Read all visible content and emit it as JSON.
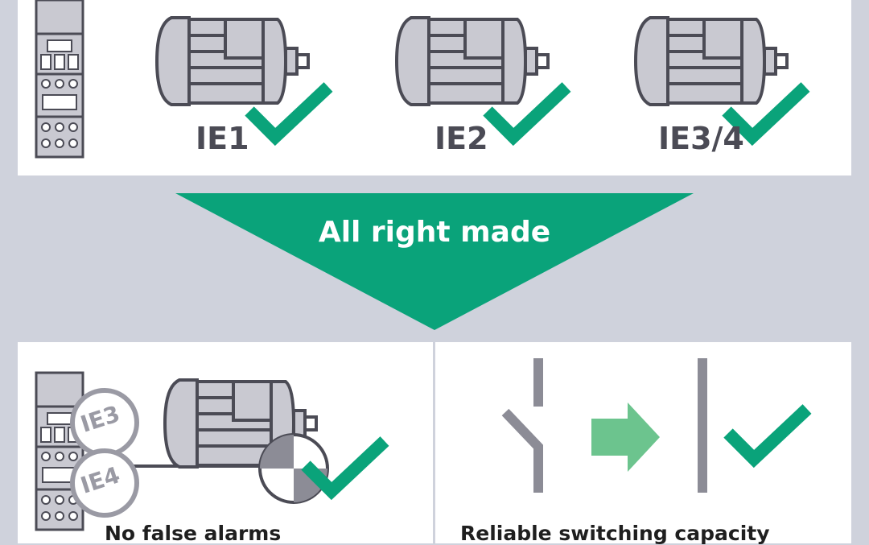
{
  "top": {
    "motors": [
      {
        "label": "IE1"
      },
      {
        "label": "IE2"
      },
      {
        "label": "IE3/4"
      }
    ]
  },
  "banner": {
    "text": "All right made"
  },
  "bottom_left": {
    "badges": [
      "IE3",
      "IE4"
    ],
    "caption": "No false alarms"
  },
  "bottom_right": {
    "caption": "Reliable switching capacity"
  },
  "colors": {
    "background": "#cfd2dc",
    "panel": "#ffffff",
    "green": "#0aa37a",
    "arrow_green": "#6cc48e",
    "motor_fill": "#c9c9d1",
    "outline": "#4b4b55",
    "switch_gray": "#8c8c96"
  },
  "icons": [
    "motor-starter-icon",
    "motor-icon",
    "checkmark-icon",
    "switch-open-icon",
    "switch-closed-icon",
    "arrow-right-icon"
  ]
}
